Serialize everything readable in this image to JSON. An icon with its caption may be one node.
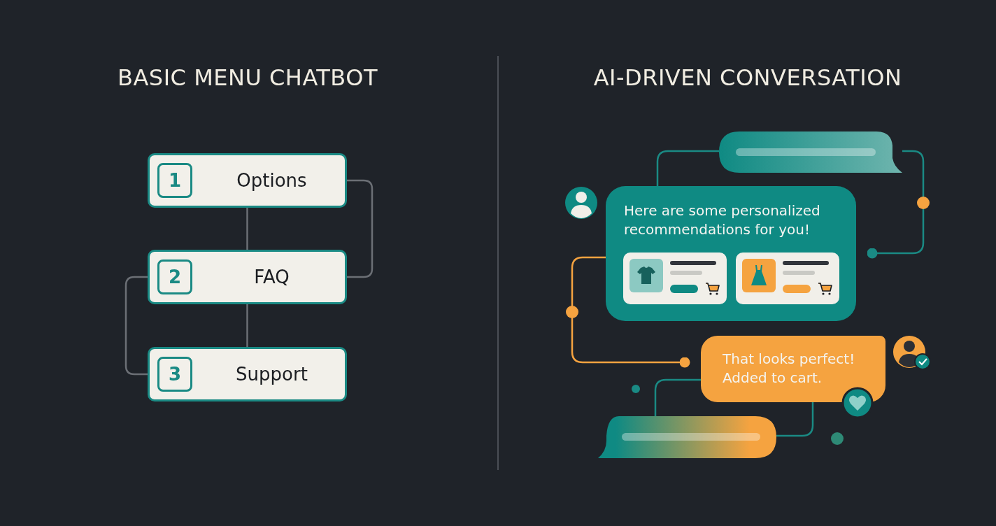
{
  "diagram": {
    "nodes": [
      {
        "text": [
          "1",
          "Options"
        ]
      },
      {
        "text": [
          "2",
          "FAQ"
        ]
      },
      {
        "text": [
          "3",
          "Support"
        ]
      },
      {
        "text": [],
        "shape": "box"
      },
      {
        "text": [
          "Here are some personalized recommendations for you!"
        ]
      },
      {
        "text": [
          "That looks perfect! Added to cart."
        ]
      },
      {
        "text": [],
        "shape": "box"
      }
    ],
    "edges": [
      {
        "from": 0,
        "to": 1,
        "arrow": "none"
      },
      {
        "from": 1,
        "to": 2,
        "arrow": "none"
      },
      {
        "from": 0,
        "to": 1,
        "arrow": "none"
      },
      {
        "from": 1,
        "to": 2,
        "arrow": "none"
      },
      {
        "from": 3,
        "to": 4,
        "arrow": "none",
        "color": "#1a8a84"
      },
      {
        "from": 3,
        "to": 4,
        "arrow": "other",
        "color": "#1a8a84"
      },
      {
        "from": 4,
        "to": 5,
        "arrow": "other",
        "color": "#f5a340"
      },
      {
        "from": 5,
        "to": 6,
        "arrow": "none",
        "color": "#1a8a84"
      },
      {
        "from": 5,
        "to": 6,
        "arrow": "none",
        "color": "#1a8a84"
      }
    ],
    "labels": [
      "BASIC MENU CHATBOT",
      "AI-DRIVEN CONVERSATION"
    ]
  }
}
